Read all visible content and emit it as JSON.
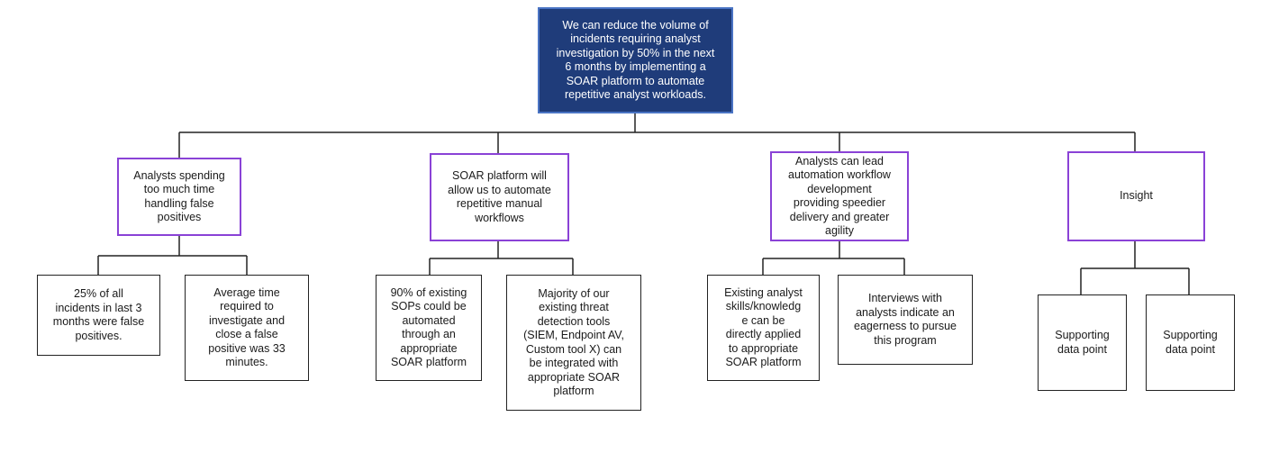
{
  "colors": {
    "root_fill": "#1f3c7a",
    "root_border": "#4a74c4",
    "mid_border": "#8a42d6",
    "leaf_border": "#222222",
    "connector": "#222222"
  },
  "root": {
    "text": "We can reduce the volume of incidents requiring analyst investigation by 50% in the next 6 months by implementing a SOAR platform to automate repetitive analyst workloads."
  },
  "branches": [
    {
      "text": "Analysts spending\ntoo much time\nhandling false\npositives",
      "supports": [
        {
          "text": "25% of all\nincidents in last 3\nmonths were false\npositives."
        },
        {
          "text": "Average time\nrequired to\ninvestigate and\nclose a false\npositive was 33\nminutes."
        }
      ]
    },
    {
      "text": "SOAR platform will\nallow us to automate\nrepetitive manual\nworkflows",
      "supports": [
        {
          "text": "90% of existing\nSOPs could be\nautomated\nthrough an\nappropriate\nSOAR platform"
        },
        {
          "text": "Majority of our\nexisting threat\ndetection tools\n(SIEM, Endpoint AV,\nCustom tool X) can\nbe integrated with\nappropriate SOAR\nplatform"
        }
      ]
    },
    {
      "text": "Analysts can lead\nautomation workflow\ndevelopment\nproviding speedier\ndelivery and greater\nagility",
      "supports": [
        {
          "text": "Existing analyst\nskills/knowledg\ne can be\ndirectly applied\nto appropriate\nSOAR platform"
        },
        {
          "text": "Interviews with\nanalysts indicate an\neagerness to pursue\nthis program"
        }
      ]
    },
    {
      "text": "Insight",
      "supports": [
        {
          "text": "Supporting\ndata point"
        },
        {
          "text": "Supporting\ndata point"
        }
      ]
    }
  ]
}
